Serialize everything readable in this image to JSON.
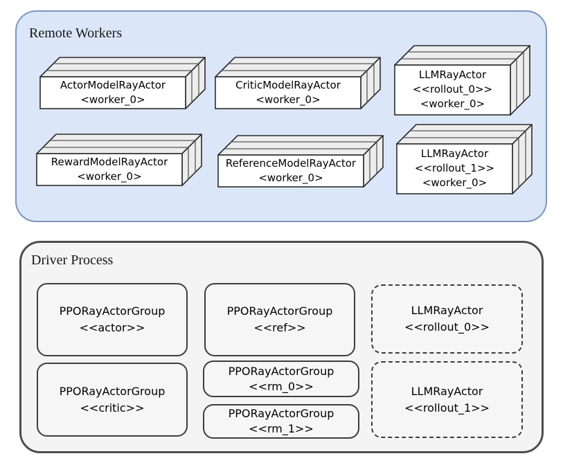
{
  "remote_workers": {
    "title": "Remote Workers",
    "items": [
      {
        "name": "ActorModelRayActor",
        "worker": "<worker_0>"
      },
      {
        "name": "CriticModelRayActor",
        "worker": "<worker_0>"
      },
      {
        "name": "LLMRayActor",
        "stereotype": "<<rollout_0>>",
        "worker": "<worker_0>"
      },
      {
        "name": "RewardModelRayActor",
        "worker": "<worker_0>"
      },
      {
        "name": "ReferenceModelRayActor",
        "worker": "<worker_0>"
      },
      {
        "name": "LLMRayActor",
        "stereotype": "<<rollout_1>>",
        "worker": "<worker_0>"
      }
    ]
  },
  "driver_process": {
    "title": "Driver Process",
    "groups": [
      {
        "name": "PPORayActorGroup",
        "stereotype": "<<actor>>"
      },
      {
        "name": "PPORayActorGroup",
        "stereotype": "<<ref>>"
      },
      {
        "name": "PPORayActorGroup",
        "stereotype": "<<critic>>"
      },
      {
        "name": "PPORayActorGroup",
        "stereotype": "<<rm_0>>"
      },
      {
        "name": "PPORayActorGroup",
        "stereotype": "<<rm_1>>"
      }
    ],
    "llm_actors": [
      {
        "name": "LLMRayActor",
        "stereotype": "<<rollout_0>>"
      },
      {
        "name": "LLMRayActor",
        "stereotype": "<<rollout_1>>"
      }
    ]
  },
  "colors": {
    "remote_fill": "#dbe7f8",
    "remote_border": "#7d96be",
    "driver_fill": "#f4f4f4",
    "driver_border": "#4d4d4d",
    "node_front": "#ffffff",
    "node_side": "#ededed",
    "group_fill": "#f6f6f6"
  }
}
